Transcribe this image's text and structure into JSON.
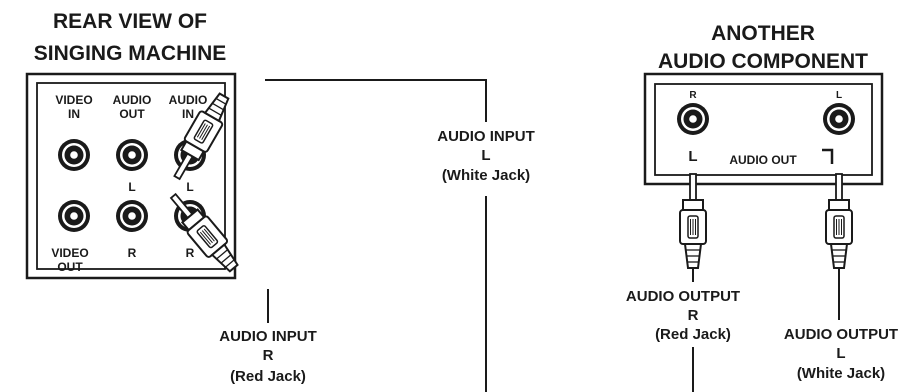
{
  "left_device": {
    "title_line1": "REAR VIEW OF",
    "title_line2": "SINGING MACHINE",
    "panel": {
      "video_in_line1": "VIDEO",
      "video_in_line2": "IN",
      "audio_out_line1": "AUDIO",
      "audio_out_line2": "OUT",
      "audio_in_line1": "AUDIO",
      "audio_in_line2": "IN",
      "audio_out_left": "L",
      "audio_in_left": "L",
      "audio_out_right": "R",
      "audio_in_right": "R",
      "video_out_line1": "VIDEO",
      "video_out_line2": "OUT"
    }
  },
  "cables": {
    "audio_input_l": {
      "line1": "AUDIO INPUT",
      "line2": "L",
      "line3": "(White Jack)"
    },
    "audio_input_r": {
      "line1": "AUDIO INPUT",
      "line2": "R",
      "line3": "(Red Jack)"
    },
    "audio_output_r": {
      "line1": "AUDIO OUTPUT",
      "line2": "R",
      "line3": "(Red Jack)"
    },
    "audio_output_l": {
      "line1": "AUDIO OUTPUT",
      "line2": "L",
      "line3": "(White Jack)"
    }
  },
  "right_device": {
    "title_line1": "ANOTHER",
    "title_line2": "AUDIO COMPONENT",
    "panel": {
      "jack_r_label": "R",
      "jack_l_label": "L",
      "bracket_left": "L",
      "audio_out": "AUDIO OUT"
    }
  }
}
